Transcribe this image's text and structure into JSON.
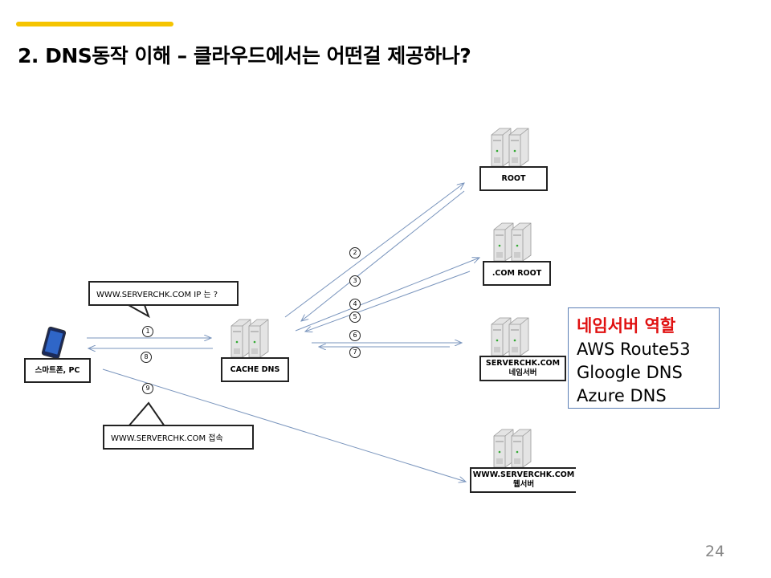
{
  "title": "2. DNS동작 이해 – 클라우드에서는 어떤걸 제공하나?",
  "accent_color": "#f5c400",
  "nodes": {
    "client": "스마트폰, PC",
    "cache": "CACHE DNS",
    "root": "ROOT",
    "com_root": ".COM ROOT",
    "ns_line1": "SERVERCHK.COM",
    "ns_line2": "네임서버",
    "web_line1": "WWW.SERVERCHK.COM",
    "web_line2": "웹서버"
  },
  "bubbles": {
    "query": "WWW.SERVERCHK.COM  IP 는 ?",
    "connect": "WWW.SERVERCHK.COM  접속"
  },
  "steps": [
    "1",
    "2",
    "3",
    "4",
    "5",
    "6",
    "7",
    "8",
    "9"
  ],
  "callout": {
    "title": "네임서버 역할",
    "items": [
      "AWS Route53",
      "Gloogle DNS",
      "Azure DNS"
    ],
    "title_color": "#e01010"
  },
  "page_number": "24"
}
